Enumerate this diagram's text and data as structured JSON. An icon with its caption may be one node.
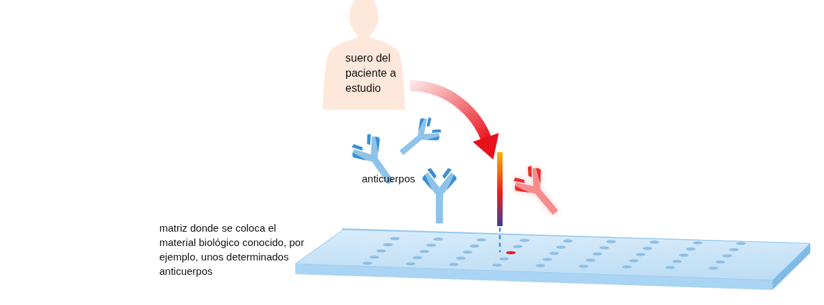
{
  "diagram": {
    "nodes": [
      {
        "text": [
          "suero del paciente a estudio"
        ]
      },
      {
        "text": [],
        "shape": "picture"
      }
    ],
    "edges": [
      {
        "from": 0,
        "to": 1,
        "arrow": "to"
      }
    ],
    "labels": [
      "anticuerpos",
      "matriz donde se coloca el material biológico conocido, por ejemplo, unos determinados anticuerpos"
    ]
  }
}
